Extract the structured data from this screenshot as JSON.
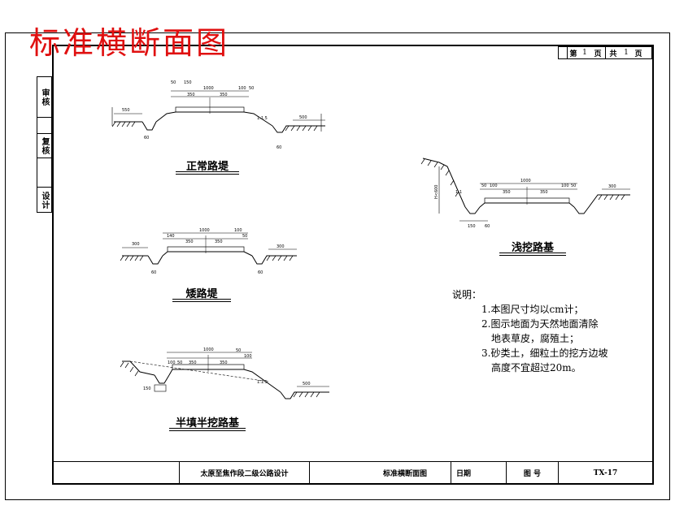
{
  "sheet_title": "标准横断面图",
  "left_strip": [
    "审核",
    "复核",
    "设计"
  ],
  "page_info": {
    "page_label_1": "第",
    "page_num": "1",
    "page_unit_1": "页",
    "total_label": "共",
    "total_num": "1",
    "page_unit_2": "页"
  },
  "sections": {
    "normal_embankment": {
      "caption": "正常路堤",
      "dims": {
        "total": "1000",
        "left_a": "50",
        "left_b": "150",
        "lane_l": "350",
        "lane_r": "350",
        "right_a": "100",
        "right_b": "50",
        "side_l": "550",
        "side_r": "500",
        "ditch_l": "60",
        "ditch_r": "60",
        "slope": "1:1.5"
      }
    },
    "low_embankment": {
      "caption": "矮路堤",
      "dims": {
        "total": "1000",
        "left_a": "140",
        "lane_l": "350",
        "lane_r": "350",
        "right_a": "100",
        "right_b": "50",
        "side_l": "300",
        "side_r": "300",
        "ditch_l": "60",
        "ditch_r": "60"
      }
    },
    "half_fill_half_cut": {
      "caption": "半填半挖路基",
      "dims": {
        "total": "1000",
        "left_a": "100",
        "left_b": "50",
        "lane_l": "350",
        "lane_r": "350",
        "right_a": "50",
        "right_b": "100",
        "side_r": "500",
        "ditch_l": "150",
        "slope": "1:1.5"
      }
    },
    "shallow_cut": {
      "caption": "浅挖路基",
      "dims": {
        "total": "1000",
        "left_a": "50",
        "left_b": "100",
        "lane_l": "350",
        "lane_r": "350",
        "right_a": "100",
        "right_b": "50",
        "side_r": "300",
        "height": "H<600",
        "bottom_l": "150",
        "bottom_r": "60",
        "slope": "1:1"
      }
    }
  },
  "notes": {
    "heading": "说明：",
    "items": [
      "1.本图尺寸均以cm计；",
      "2.图示地面为天然地面清除",
      "地表草皮，腐殖土；",
      "3.砂类土，细粒土的挖方边坡",
      "高度不宜超过20m。"
    ]
  },
  "title_block": {
    "project": "太原至焦作段二级公路设计",
    "drawing_name": "标准横断面图",
    "date_label": "日期",
    "drawing_no_label": "图 号",
    "drawing_no": "TX-17"
  }
}
